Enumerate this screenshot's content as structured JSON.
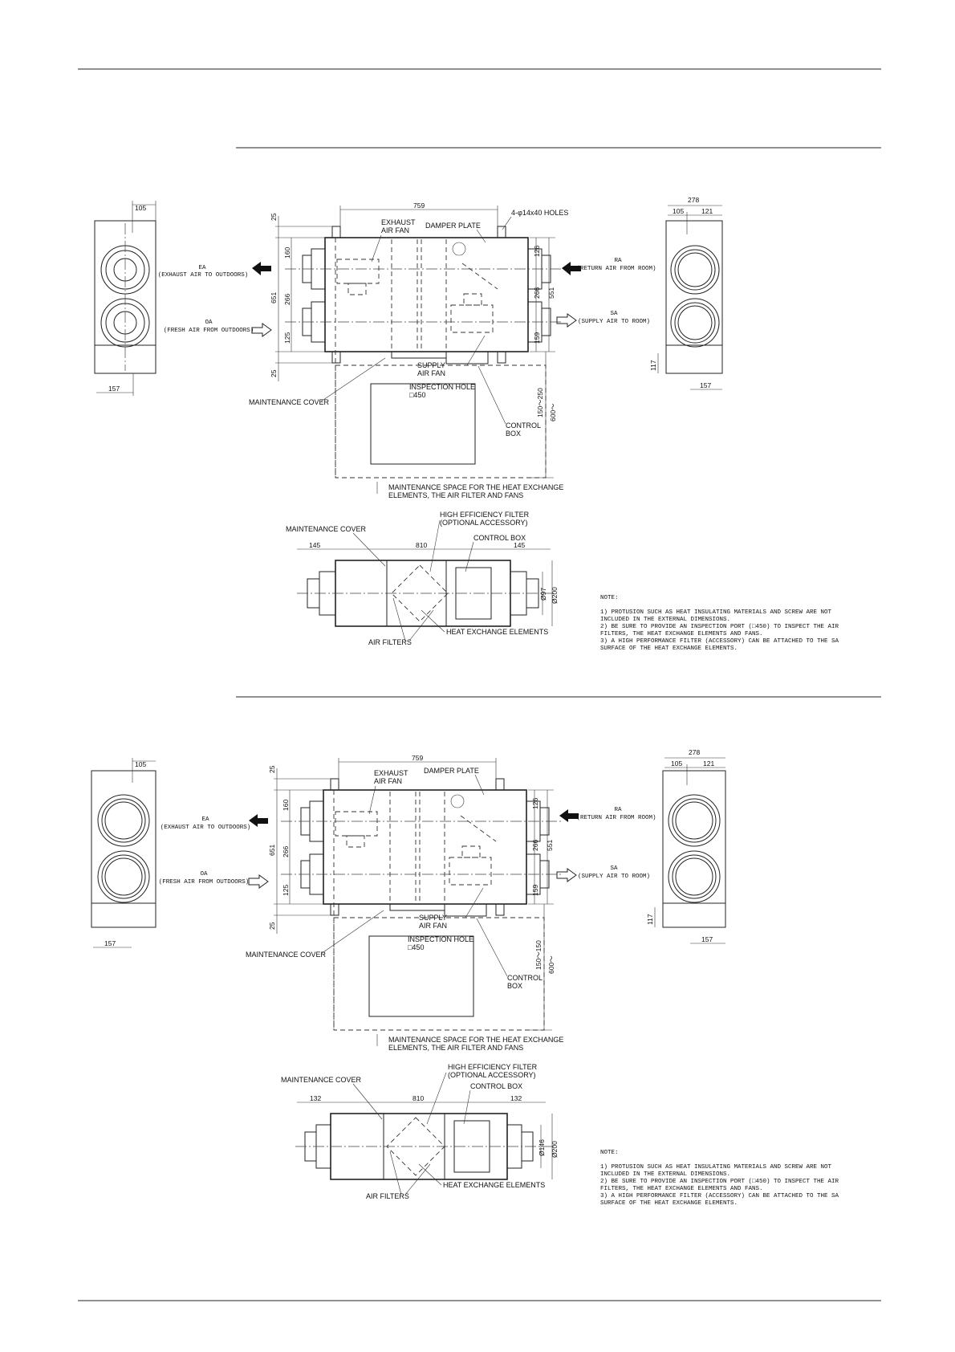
{
  "drawings": [
    {
      "side_left": {
        "d_top": "105",
        "d_bottom": "157"
      },
      "side_right": {
        "d_total": "278",
        "d_a": "105",
        "d_b": "121",
        "d_h": "117",
        "d_bottom": "157"
      },
      "plan": {
        "width": "759",
        "holes": "4-φ14x40 HOLES",
        "exhaust_fan": [
          "EXHAUST",
          "AIR FAN"
        ],
        "damper": "DAMPER PLATE",
        "supply_fan": [
          "SUPPLY",
          "AIR FAN"
        ],
        "inspection": "INSPECTION HOLE",
        "inspection_size": "□450",
        "control_box": [
          "CONTROL",
          "BOX"
        ],
        "maint_cover": "MAINTENANCE COVER",
        "maint_space": [
          "MAINTENANCE SPACE FOR THE HEAT EXCHANGE",
          "ELEMENTS, THE AIR FILTER AND FANS"
        ],
        "ea": [
          "EA",
          "(EXHAUST AIR TO OUTDOORS)"
        ],
        "oa": [
          "OA",
          "(FRESH AIR FROM OUTDOORS)"
        ],
        "ra": [
          "RA",
          "(RETURN AIR FROM ROOM)"
        ],
        "sa": [
          "SA",
          "(SUPPLY AIR TO ROOM)"
        ],
        "dl_25a": "25",
        "dl_160": "160",
        "dl_651": "651",
        "dl_266": "266",
        "dl_125": "125",
        "dl_25b": "25",
        "dr_126": "126",
        "dr_266": "266",
        "dr_551": "551",
        "dr_159": "159",
        "dr_150": "150～250",
        "dr_600": "600～"
      },
      "elev": {
        "maint_cover": "MAINTENANCE COVER",
        "filter": [
          "HIGH EFFICIENCY FILTER",
          "(OPTIONAL ACCESSORY)"
        ],
        "control_box": "CONTROL BOX",
        "d_left": "145",
        "d_mid": "810",
        "d_right": "145",
        "phi_a": "Ø97",
        "phi_b": "Ø200",
        "hex": "HEAT EXCHANGE ELEMENTS",
        "air_filters": "AIR FILTERS"
      },
      "note": {
        "title": "NOTE:",
        "lines": [
          "1)  PROTUSION SUCH AS HEAT INSULATING MATERIALS AND SCREW ARE NOT",
          "     INCLUDED IN THE EXTERNAL DIMENSIONS.",
          "2)  BE SURE TO PROVIDE AN INSPECTION PORT (□450) TO INSPECT THE AIR",
          "     FILTERS, THE HEAT EXCHANGE ELEMENTS AND FANS.",
          "3)  A HIGH PERFORMANCE FILTER (ACCESSORY) CAN BE ATTACHED TO THE SA",
          "     SURFACE OF THE HEAT EXCHANGE ELEMENTS."
        ]
      }
    },
    {
      "side_left": {
        "d_top": "105",
        "d_bottom": "157"
      },
      "side_right": {
        "d_total": "278",
        "d_a": "105",
        "d_b": "121",
        "d_h": "117",
        "d_bottom": "157"
      },
      "plan": {
        "width": "759",
        "holes": "",
        "exhaust_fan": [
          "EXHAUST",
          "AIR FAN"
        ],
        "damper": "DAMPER PLATE",
        "supply_fan": [
          "SUPPLY",
          "AIR FAN"
        ],
        "inspection": "INSPECTION HOLE",
        "inspection_size": "□450",
        "control_box": [
          "CONTROL",
          "BOX"
        ],
        "maint_cover": "MAINTENANCE COVER",
        "maint_space": [
          "MAINTENANCE SPACE FOR THE HEAT EXCHANGE",
          "ELEMENTS, THE AIR FILTER AND FANS"
        ],
        "ea": [
          "EA",
          "(EXHAUST AIR TO OUTDOORS)"
        ],
        "oa": [
          "OA",
          "(FRESH AIR FROM OUTDOORS)"
        ],
        "ra": [
          "RA",
          "(RETURN AIR FROM ROOM)"
        ],
        "sa": [
          "SA",
          "(SUPPLY AIR TO ROOM)"
        ],
        "dl_25a": "25",
        "dl_160": "160",
        "dl_651": "651",
        "dl_266": "266",
        "dl_125": "125",
        "dl_25b": "25",
        "dr_126": "126",
        "dr_266": "266",
        "dr_551": "551",
        "dr_159": "159",
        "dr_150": "150～150",
        "dr_600": "600～"
      },
      "elev": {
        "maint_cover": "MAINTENANCE COVER",
        "filter": [
          "HIGH EFFICIENCY FILTER",
          "(OPTIONAL ACCESSORY)"
        ],
        "control_box": "CONTROL BOX",
        "d_left": "132",
        "d_mid": "810",
        "d_right": "132",
        "phi_a": "Ø146",
        "phi_b": "Ø200",
        "hex": "HEAT EXCHANGE ELEMENTS",
        "air_filters": "AIR FILTERS"
      },
      "note": {
        "title": "NOTE:",
        "lines": [
          "1)  PROTUSION SUCH AS HEAT INSULATING MATERIALS AND SCREW ARE NOT",
          "     INCLUDED IN THE EXTERNAL DIMENSIONS.",
          "2)  BE SURE TO PROVIDE AN INSPECTION PORT (□450) TO INSPECT THE AIR",
          "     FILTERS, THE HEAT EXCHANGE ELEMENTS AND FANS.",
          "3)  A HIGH PERFORMANCE FILTER (ACCESSORY) CAN BE ATTACHED TO THE SA",
          "     SURFACE OF THE HEAT EXCHANGE ELEMENTS."
        ]
      }
    }
  ]
}
